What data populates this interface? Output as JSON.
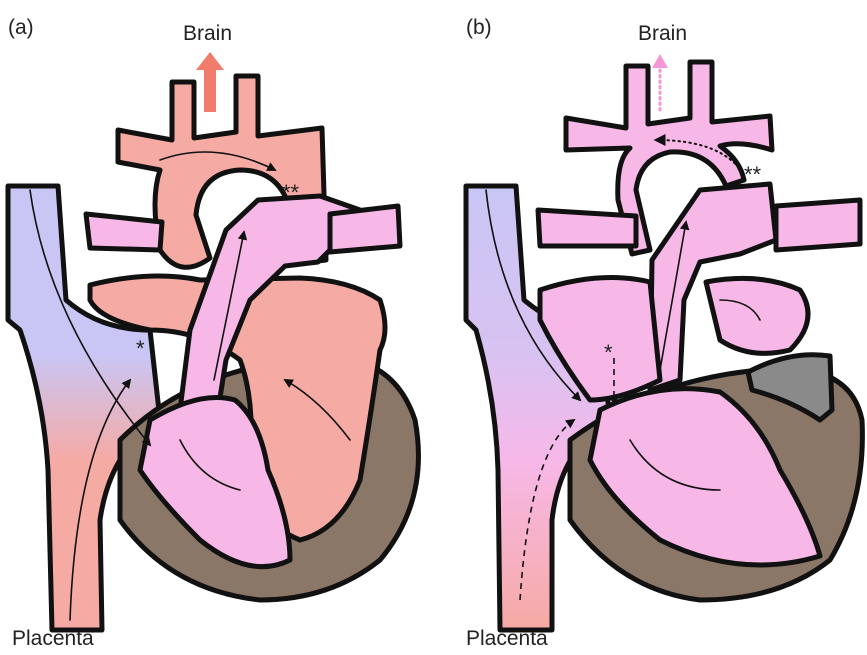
{
  "panels": [
    {
      "label": "(a)",
      "brain_label": "Brain",
      "placenta_label": "Placenta",
      "marker_single": "*",
      "marker_double": "**"
    },
    {
      "label": "(b)",
      "brain_label": "Brain",
      "placenta_label": "Placenta",
      "marker_single": "*",
      "marker_double": "**"
    }
  ],
  "colors": {
    "oxygenated": "#f6aaa4",
    "mixed": "#f7b8e8",
    "deoxygenated": "#c9c6f5",
    "myocardium": "#8b7767",
    "hypoplastic_chamber": "#8a8a8a",
    "arrow_a": "#f27c6c",
    "arrow_b": "#f398d4"
  }
}
